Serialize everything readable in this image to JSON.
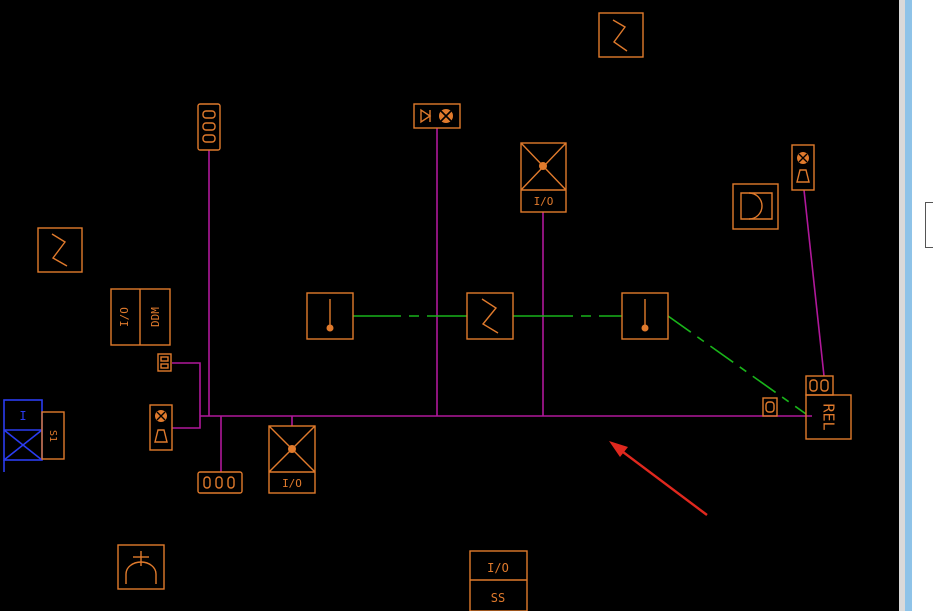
{
  "labels": {
    "io": "I/O",
    "ddm": "DDM",
    "rel": "REL",
    "ss": "SS",
    "s1": "S1",
    "i": "I"
  },
  "colors": {
    "device": "#e07a2c",
    "wire": "#b0189a",
    "green_wire": "#19b41a",
    "blue_device": "#2a3cf0",
    "arrow": "#e0281e",
    "background": "#000000",
    "panel_strip": "#8ec3e8"
  },
  "icons": {
    "relay_module": "rel-module-icon",
    "io_module": "io-module-icon",
    "smoke_detector": "smoke-detector-icon",
    "pull_station": "pull-station-icon",
    "horn_strobe": "horn-strobe-icon",
    "speaker": "speaker-icon",
    "pointer_arrow": "red-arrow-icon"
  }
}
